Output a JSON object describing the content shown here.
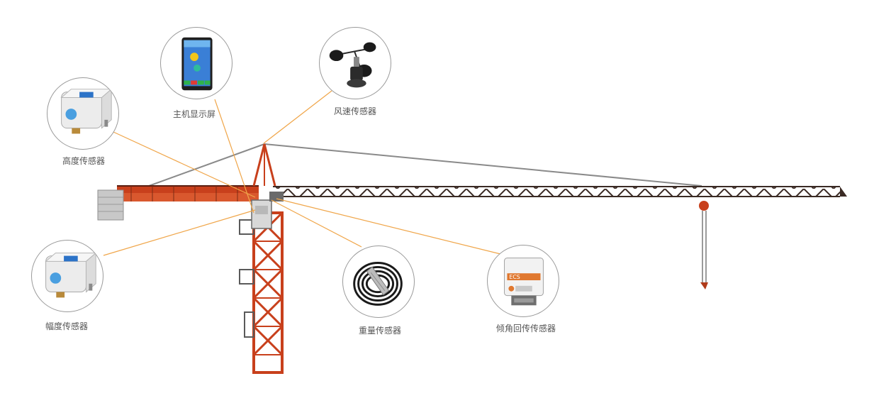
{
  "diagram": {
    "components": [
      {
        "id": "display",
        "label": "主机显示屏",
        "icon": "display-screen-icon"
      },
      {
        "id": "wind",
        "label": "风速传感器",
        "icon": "anemometer-icon"
      },
      {
        "id": "height",
        "label": "高度传感器",
        "icon": "height-sensor-icon"
      },
      {
        "id": "range",
        "label": "幅度传感器",
        "icon": "range-sensor-icon"
      },
      {
        "id": "weight",
        "label": "重量传感器",
        "icon": "load-cell-icon"
      },
      {
        "id": "tilt",
        "label": "倾角回传传感器",
        "icon": "tilt-sensor-icon"
      }
    ],
    "tilt_device_text": "ECS",
    "colors": {
      "crane_red": "#c8401c",
      "truss_dark": "#3a2a24",
      "leader_line": "#f0a64a",
      "cable": "#8a8a8a"
    }
  }
}
